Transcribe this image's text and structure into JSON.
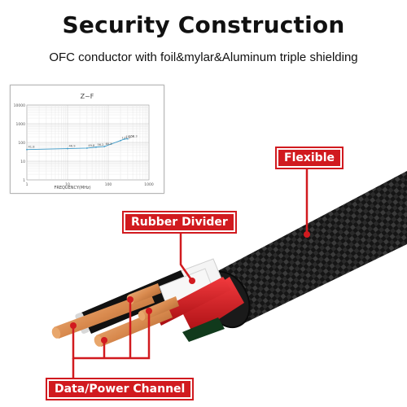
{
  "header": {
    "title": "Security Construction",
    "subtitle": "OFC conductor with foil&mylar&Aluminum triple shielding"
  },
  "chart": {
    "title": "Z~F",
    "xlabel": "FREQUENCY(MHz)",
    "y_ticks": [
      "10000",
      "1000",
      "100",
      "10",
      "1"
    ],
    "x_ticks": [
      "1",
      "10",
      "100",
      "1000"
    ],
    "point_labels": [
      "41.8",
      "46.9",
      "49.8",
      "56.2",
      "60.5",
      "125.5",
      "151.4",
      "156.3"
    ]
  },
  "chart_data": {
    "type": "line",
    "title": "Z~F",
    "xlabel": "FREQUENCY(MHz)",
    "ylabel": "",
    "xscale": "log",
    "yscale": "log",
    "xlim": [
      1,
      1000
    ],
    "ylim": [
      1,
      10000
    ],
    "grid": true,
    "series": [
      {
        "x": [
          1,
          10,
          30,
          50,
          80,
          200,
          250,
          300
        ],
        "y": [
          41.8,
          46.9,
          49.8,
          56.2,
          60.5,
          125.5,
          151.4,
          156.3
        ]
      }
    ]
  },
  "labels": {
    "flexible": "Flexible",
    "rubber_divider": "Rubber Divider",
    "data_power_channel": "Data/Power Channel"
  },
  "colors": {
    "accent_red": "#d11a1f",
    "cable_black": "#1a1a1a",
    "copper": "#d98a4e",
    "wire_red": "#d4151b",
    "chart_line": "#3c9ac8"
  }
}
